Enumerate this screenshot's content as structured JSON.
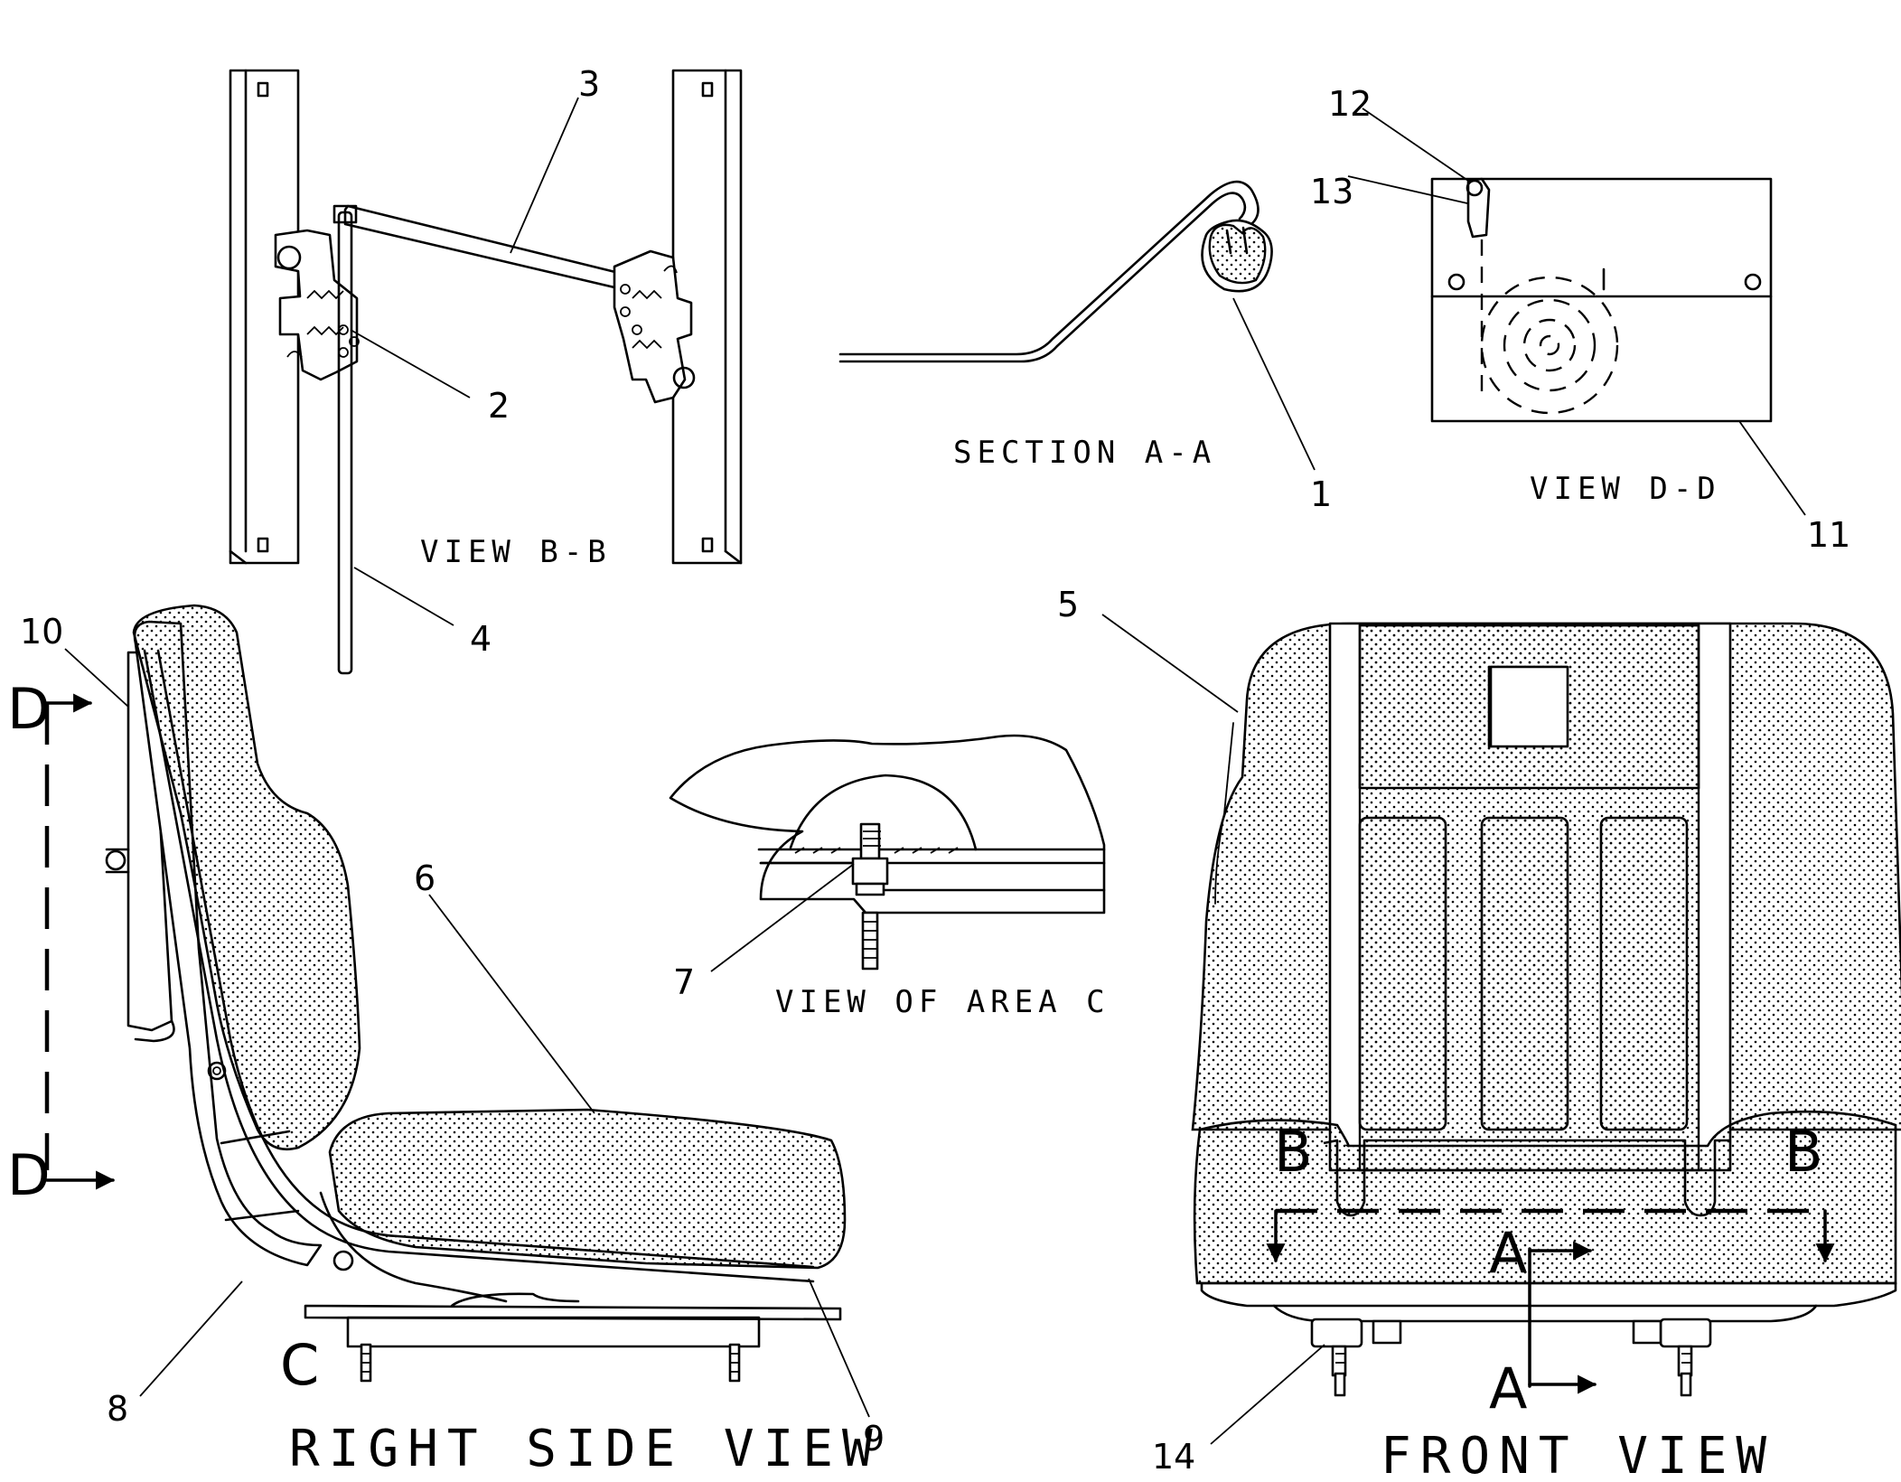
{
  "captions": {
    "view_bb": "VIEW B-B",
    "section_aa": "SECTION A-A",
    "view_dd": "VIEW D-D",
    "view_area_c": "VIEW OF AREA C",
    "right_side_view": "RIGHT SIDE VIEW",
    "front_view": "FRONT VIEW"
  },
  "callouts": [
    "1",
    "2",
    "3",
    "4",
    "5",
    "6",
    "7",
    "8",
    "9",
    "10",
    "11",
    "12",
    "13",
    "14"
  ],
  "section_markers": {
    "a": "A",
    "b": "B",
    "c": "C",
    "d": "D"
  }
}
